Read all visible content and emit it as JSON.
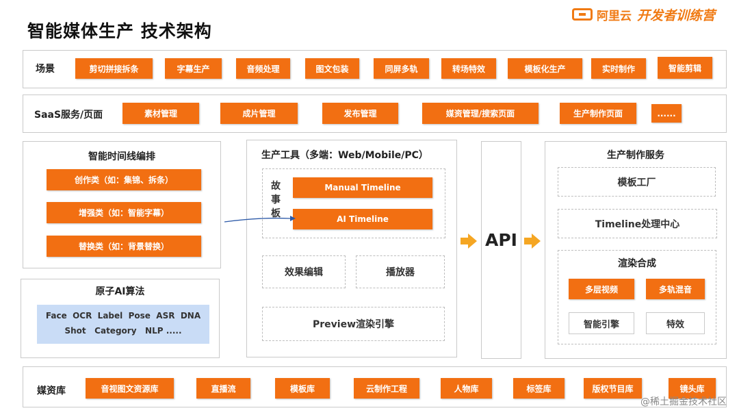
{
  "page": {
    "title": "智能媒体生产 技术架构"
  },
  "logo": {
    "brand": "阿里云",
    "slogan": "开发者训练营"
  },
  "scene_row": {
    "label": "场景",
    "items": [
      "剪切拼接拆条",
      "字幕生产",
      "音频处理",
      "图文包装",
      "同屏多轨",
      "转场特效",
      "模板化生产",
      "实时制作",
      "智能剪辑"
    ]
  },
  "saas_row": {
    "label": "SaaS服务/页面",
    "items": [
      "素材管理",
      "成片管理",
      "发布管理",
      "媒资管理/搜索页面",
      "生产制作页面",
      "......"
    ]
  },
  "timeline_panel": {
    "title": "智能时间线编排",
    "items": [
      "创作类（如：集锦、拆条）",
      "增强类（如：智能字幕）",
      "替换类（如：背景替换）"
    ]
  },
  "ai_panel": {
    "title": "原子AI算法",
    "line1": "Face  OCR  Label  Pose  ASR  DNA",
    "line2": "Shot   Category   NLP ....."
  },
  "tools_panel": {
    "title": "生产工具（多端：Web/Mobile/PC）",
    "storyboard": "故事板",
    "manual_timeline": "Manual Timeline",
    "ai_timeline": "AI Timeline",
    "effect_edit": "效果编辑",
    "player": "播放器",
    "preview_engine": "Preview渲染引擎"
  },
  "api": {
    "label": "API"
  },
  "service_panel": {
    "title": "生产制作服务",
    "template_factory": "模板工厂",
    "timeline_center": "Timeline处理中心",
    "render_title": "渲染合成",
    "multi_layer": "多层视频",
    "multi_track": "多轨混音",
    "smart_engine": "智能引擎",
    "effects": "特效"
  },
  "media_row": {
    "label": "媒资库",
    "items": [
      "音视图文资源库",
      "直播流",
      "模板库",
      "云制作工程",
      "人物库",
      "标签库",
      "版权节目库",
      "镜头库"
    ]
  },
  "watermark": "@稀土掘金技术社区",
  "colors": {
    "accent": "#f26f12",
    "ai_box": "#c9dcf6",
    "arrow": "#f5a623"
  }
}
